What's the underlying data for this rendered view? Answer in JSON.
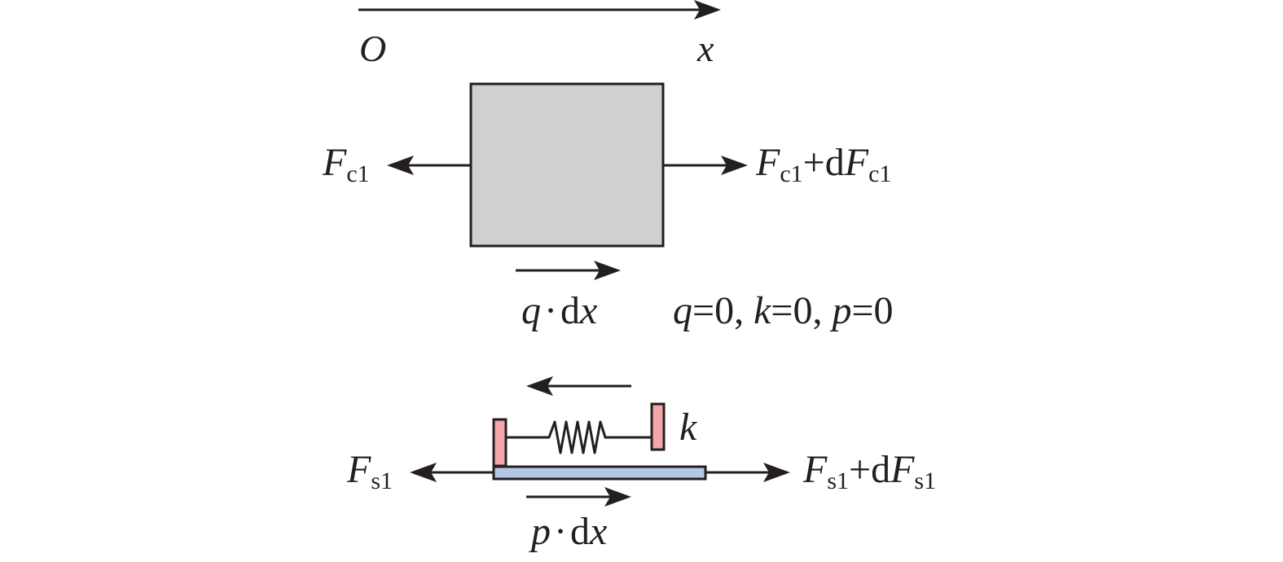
{
  "axis": {
    "origin": "O",
    "variable": "x"
  },
  "top": {
    "left_force": {
      "main": "F",
      "sub": "c1"
    },
    "right_force": {
      "main": "F",
      "sub1": "c1",
      "plus": "+d",
      "main2": "F",
      "sub2": "c1"
    },
    "shear": {
      "q": "q",
      "dot": "·",
      "d": "d",
      "x": "x"
    },
    "condition": {
      "q": "q",
      "eq1": "=0, ",
      "k": "k",
      "eq2": "=0, ",
      "p": "p",
      "eq3": "=0"
    }
  },
  "bottom": {
    "spring_label": "k",
    "left_force": {
      "main": "F",
      "sub": "s1"
    },
    "right_force": {
      "main": "F",
      "sub1": "s1",
      "plus": "+d",
      "main2": "F",
      "sub2": "s1"
    },
    "shear": {
      "p": "p",
      "dot": "·",
      "d": "d",
      "x": "x"
    }
  },
  "colors": {
    "line": "#231f20",
    "block_fill": "#d1cfcf",
    "plate_fill": "#b4c7e7",
    "spring_end_fill": "#f4a6a8"
  }
}
